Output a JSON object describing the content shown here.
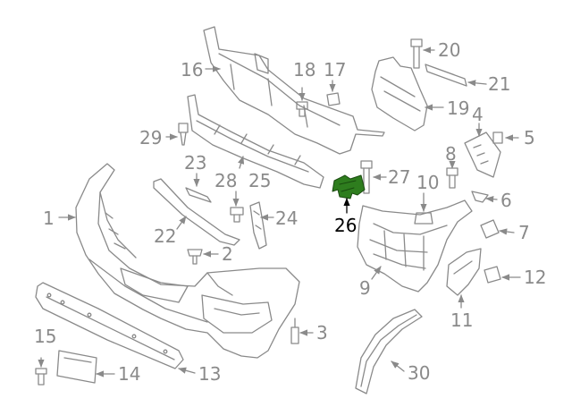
{
  "colors": {
    "line": "#8a8a8a",
    "label": "#8a8a8a",
    "highlight_fill": "#2e7d1e",
    "highlight_label": "#000000"
  },
  "parts": [
    {
      "id": "p1",
      "label": "1"
    },
    {
      "id": "p2",
      "label": "2"
    },
    {
      "id": "p3",
      "label": "3"
    },
    {
      "id": "p4",
      "label": "4"
    },
    {
      "id": "p5",
      "label": "5"
    },
    {
      "id": "p6",
      "label": "6"
    },
    {
      "id": "p7",
      "label": "7"
    },
    {
      "id": "p8",
      "label": "8"
    },
    {
      "id": "p9",
      "label": "9"
    },
    {
      "id": "p10",
      "label": "10"
    },
    {
      "id": "p11",
      "label": "11"
    },
    {
      "id": "p12",
      "label": "12"
    },
    {
      "id": "p13",
      "label": "13"
    },
    {
      "id": "p14",
      "label": "14"
    },
    {
      "id": "p15",
      "label": "15"
    },
    {
      "id": "p16",
      "label": "16"
    },
    {
      "id": "p17",
      "label": "17"
    },
    {
      "id": "p18",
      "label": "18"
    },
    {
      "id": "p19",
      "label": "19"
    },
    {
      "id": "p20",
      "label": "20"
    },
    {
      "id": "p21",
      "label": "21"
    },
    {
      "id": "p22",
      "label": "22"
    },
    {
      "id": "p23",
      "label": "23"
    },
    {
      "id": "p24",
      "label": "24"
    },
    {
      "id": "p25",
      "label": "25"
    },
    {
      "id": "p26",
      "label": "26",
      "highlighted": true
    },
    {
      "id": "p27",
      "label": "27"
    },
    {
      "id": "p28",
      "label": "28"
    },
    {
      "id": "p29",
      "label": "29"
    },
    {
      "id": "p30",
      "label": "30"
    }
  ]
}
